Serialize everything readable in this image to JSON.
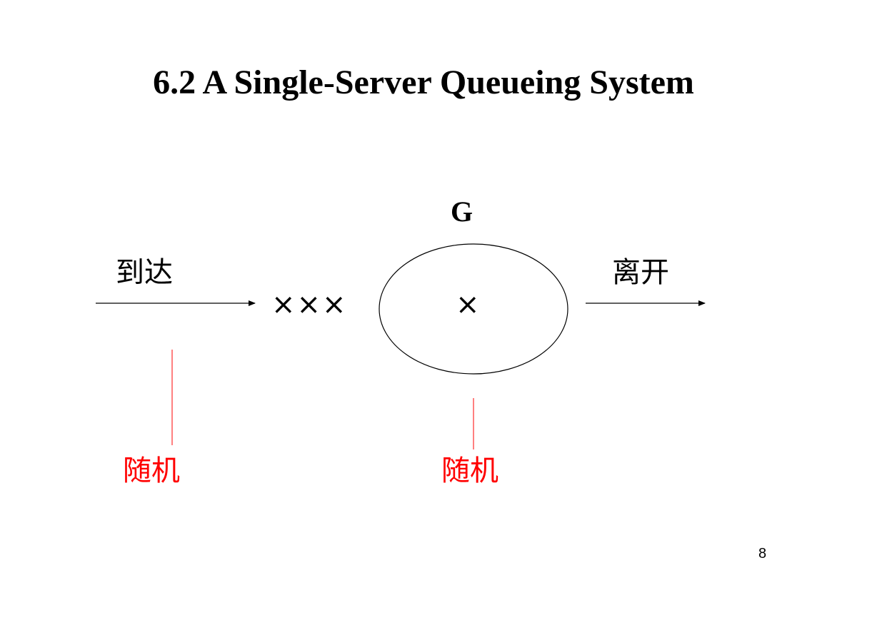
{
  "slide": {
    "title": "6.2 A Single-Server Queueing System",
    "page_number": "8"
  },
  "diagram": {
    "server_label": "G",
    "arrival_label": "到达",
    "departure_label": "离开",
    "queue_marks": "×××",
    "server_mark": "×",
    "arrival_random_label": "随机",
    "service_random_label": "随机",
    "colors": {
      "text": "#000000",
      "random": "#ff0000"
    }
  }
}
